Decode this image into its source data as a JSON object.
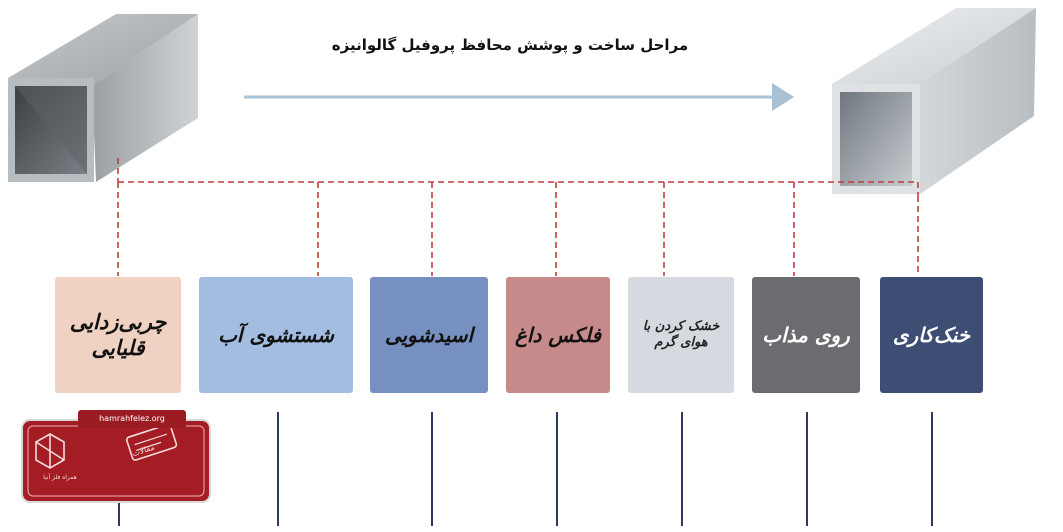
{
  "title": "مراحل ساخت و پوشش محافظ پروفیل گالوانیزه",
  "steps": [
    {
      "label": "خنک‌کاری",
      "color": "#3d4d74",
      "text_color": "#ffffff"
    },
    {
      "label": "روی مذاب",
      "color": "#6b6c70",
      "text_color": "#ffffff"
    },
    {
      "label": "خشک کردن با هوای گرم",
      "color": "#d6dae0",
      "text_color": "#222222"
    },
    {
      "label": "فلکس داغ",
      "color": "#c68a8a",
      "text_color": "#111111"
    },
    {
      "label": "اسیدشویی",
      "color": "#7590c1",
      "text_color": "#111111"
    },
    {
      "label": "شستشوی آب",
      "color": "#a3bde0",
      "text_color": "#111111"
    },
    {
      "label": "چربی‌زدایی قلیایی",
      "color": "#f0d2c3",
      "text_color": "#111111"
    }
  ],
  "badge": {
    "url": "hamrahfelez.org",
    "caption": "همراه فلز آنیا",
    "tag": "مقالات"
  },
  "colors": {
    "arrow": "#a9c1d4",
    "connector": "#c43b3b",
    "badge": "#a51d24"
  }
}
